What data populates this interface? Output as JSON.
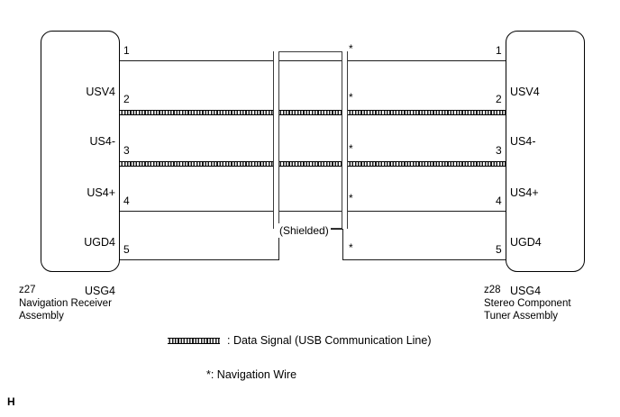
{
  "page_code": "H",
  "connector_left": {
    "id": "z27",
    "name_line1": "Navigation Receiver",
    "name_line2": "Assembly",
    "caption": "z27\nNavigation Receiver\nAssembly",
    "terminals": [
      {
        "pin": "1",
        "label": "USV4"
      },
      {
        "pin": "2",
        "label": "US4-"
      },
      {
        "pin": "3",
        "label": "US4+"
      },
      {
        "pin": "4",
        "label": "UGD4"
      },
      {
        "pin": "5",
        "label": "USG4"
      }
    ]
  },
  "connector_right": {
    "id": "z28",
    "name_line1": "Stereo Component",
    "name_line2": "Tuner Assembly",
    "caption": "z28\nStereo Component\nTuner Assembly",
    "terminals": [
      {
        "pin": "1",
        "label": "USV4"
      },
      {
        "pin": "2",
        "label": "US4-"
      },
      {
        "pin": "3",
        "label": "US4+"
      },
      {
        "pin": "4",
        "label": "UGD4"
      },
      {
        "pin": "5",
        "label": "USG4"
      }
    ]
  },
  "shield": {
    "label": "(Shielded)"
  },
  "wires": [
    {
      "from_pin": "1",
      "to_pin": "1",
      "signal": "USV4",
      "type": "plain",
      "marker": "*"
    },
    {
      "from_pin": "2",
      "to_pin": "2",
      "signal": "US4-",
      "type": "data-signal",
      "marker": "*"
    },
    {
      "from_pin": "3",
      "to_pin": "3",
      "signal": "US4+",
      "type": "data-signal",
      "marker": "*"
    },
    {
      "from_pin": "4",
      "to_pin": "4",
      "signal": "UGD4",
      "type": "plain",
      "marker": "*"
    },
    {
      "from_pin": "5",
      "to_pin": "5",
      "signal": "USG4",
      "type": "plain",
      "marker": "*"
    }
  ],
  "legend": {
    "data_signal_separator": ":",
    "data_signal_text": ": Data Signal (USB Communication Line)",
    "navigation_wire_text": "*: Navigation Wire"
  }
}
